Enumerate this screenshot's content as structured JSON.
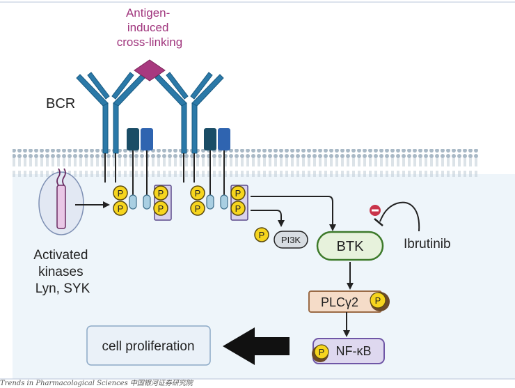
{
  "labels": {
    "antigen": [
      "Antigen-",
      "induced",
      "cross-linking"
    ],
    "bcr": "BCR",
    "activated": [
      "Activated",
      "kinases",
      "Lyn, SYK"
    ],
    "phospho": "P",
    "pi3k": "PI3K",
    "btk": "BTK",
    "ibrutinib": "Ibrutinib",
    "plcg2": "PLCγ2",
    "nfkb": "NF-κB",
    "cell_proliferation": "cell proliferation"
  },
  "footer": "Trends in Pharmacological Sciences 中国银河证券研究院",
  "colors": {
    "antigen_text": "#a0357d",
    "antigen": "#a8397f",
    "receptor": "#2b79a8",
    "igab_dark": "#1a4d66",
    "igab_blue": "#2f64b0",
    "membrane": "#c7d3dc",
    "cytoplasm": "#eef5fa",
    "phospho_fill": "#f6d51e",
    "btk_fill": "#e7f2dc",
    "btk_stroke": "#3d7a2a",
    "plc_fill": "#f5dcc8",
    "plc_stroke": "#9a6a45",
    "nfkb_fill": "#ded8ef",
    "nfkb_stroke": "#6f56a6",
    "prolif_fill": "#eaf1f8",
    "prolif_stroke": "#8ca9c6",
    "inhibitor": "#c9344a"
  }
}
